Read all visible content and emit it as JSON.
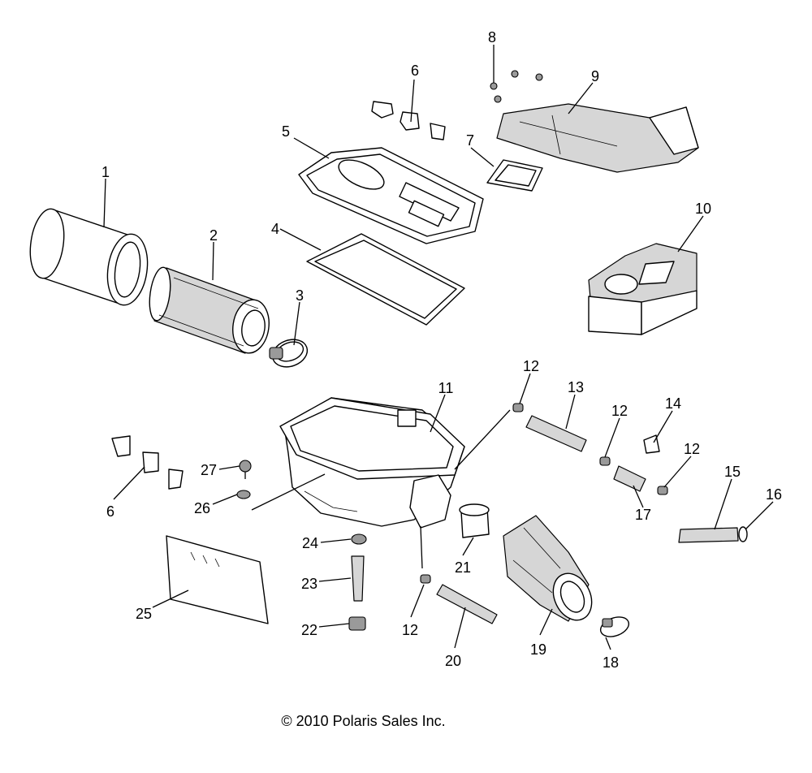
{
  "callouts": [
    "1",
    "2",
    "3",
    "4",
    "5",
    "6",
    "7",
    "8",
    "9",
    "10",
    "11",
    "12",
    "13",
    "12",
    "14",
    "12",
    "15",
    "16",
    "17",
    "6",
    "27",
    "26",
    "24",
    "23",
    "22",
    "25",
    "12",
    "20",
    "21",
    "19",
    "18"
  ],
  "copyright": "© 2010 Polaris Sales Inc."
}
